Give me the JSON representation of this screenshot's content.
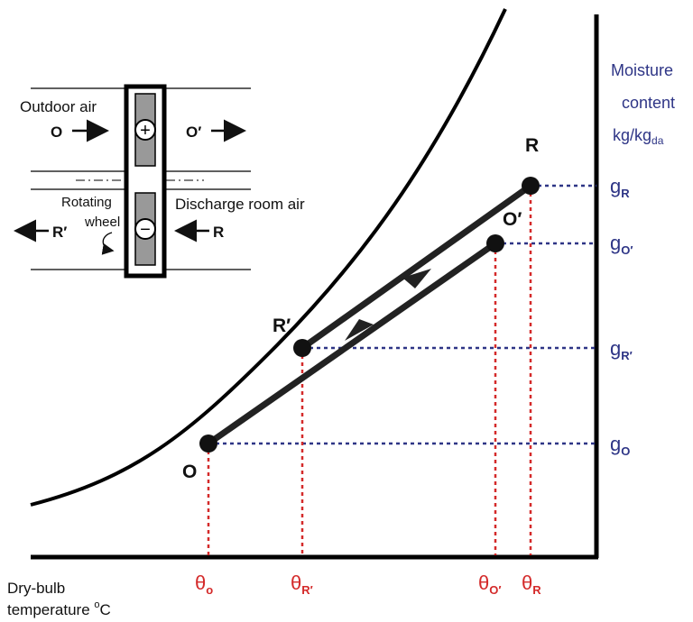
{
  "axes": {
    "y_title_line1": "Moisture",
    "y_title_line2": "content",
    "y_unit": "kg/kg",
    "y_unit_sub": "da",
    "x_title_line1": "Dry-bulb",
    "x_title_line2": "temperature ",
    "x_title_deg": "o",
    "x_title_unit": "C"
  },
  "points": {
    "R": "R",
    "O_prime": "O′",
    "R_prime": "R′",
    "O": "O"
  },
  "g_labels": [
    {
      "base": "g",
      "sub": "R"
    },
    {
      "base": "g",
      "sub": "O′"
    },
    {
      "base": "g",
      "sub": "R′"
    },
    {
      "base": "g",
      "sub": "O"
    }
  ],
  "theta_labels": [
    {
      "base": "θ",
      "sub": "o"
    },
    {
      "base": "θ",
      "sub": "R′"
    },
    {
      "base": "θ",
      "sub": "O′"
    },
    {
      "base": "θ",
      "sub": "R"
    }
  ],
  "inset": {
    "outdoor_air": "Outdoor air",
    "o_in": "O",
    "o_out": "O′",
    "plus_sign": "+",
    "minus_sign": "−",
    "rotating": "Rotating",
    "wheel": "wheel",
    "discharge": "Discharge room air",
    "r_out": "R′",
    "r_in": "R"
  },
  "colors": {
    "curve": "#000000",
    "process": "#222222",
    "guide_blue": "#2e3586",
    "guide_red": "#d42a2a"
  }
}
